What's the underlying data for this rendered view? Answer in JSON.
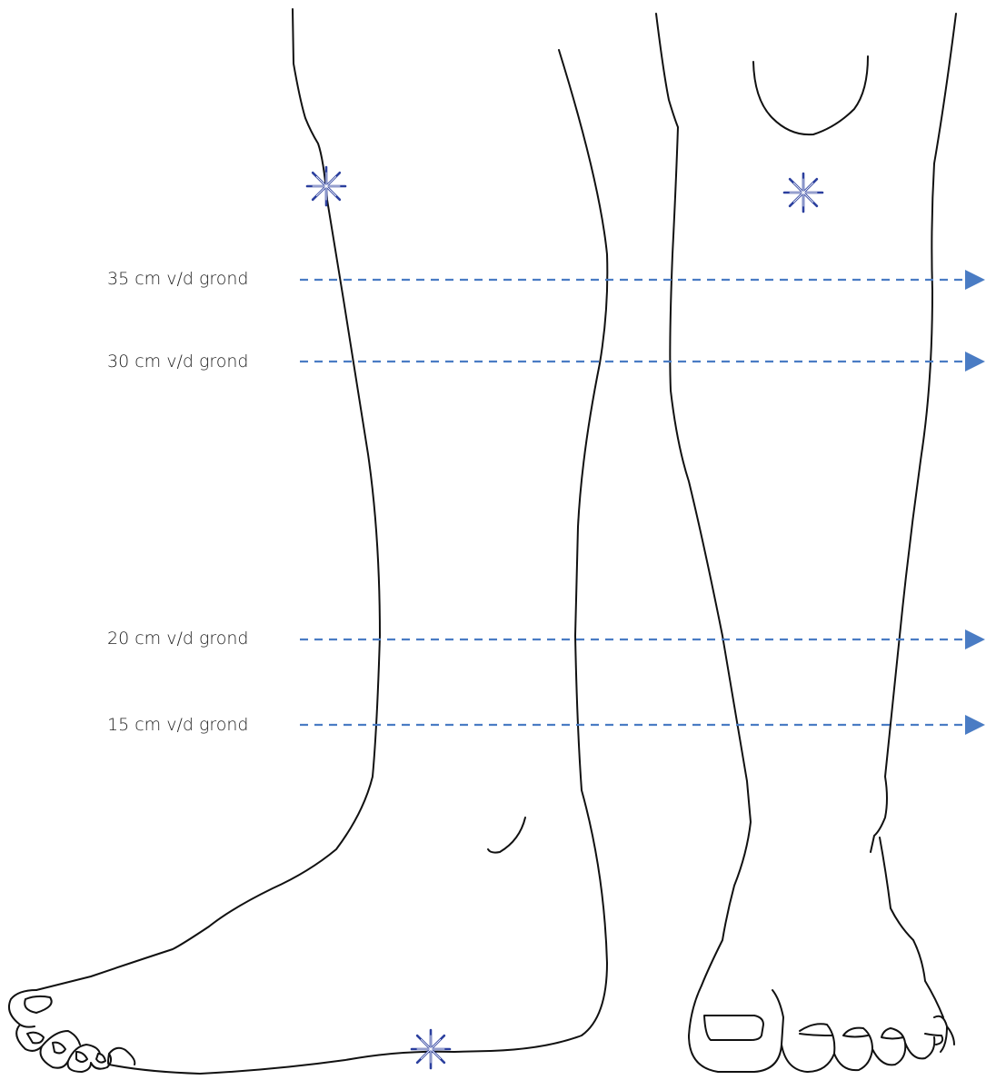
{
  "colors": {
    "outline": "#111111",
    "measure_line": "#4a7cc4",
    "marker": "#2b3f9e",
    "text": "#222222"
  },
  "measurements": [
    {
      "label": "35 cm v/d grond"
    },
    {
      "label": "30 cm v/d grond"
    },
    {
      "label": "20 cm v/d grond"
    },
    {
      "label": "15 cm v/d grond"
    }
  ],
  "markers": [
    {
      "name": "fibula-head-marker",
      "icon": "asterisk-icon"
    },
    {
      "name": "knee-marker",
      "icon": "asterisk-icon"
    },
    {
      "name": "heel-marker",
      "icon": "asterisk-icon"
    }
  ]
}
